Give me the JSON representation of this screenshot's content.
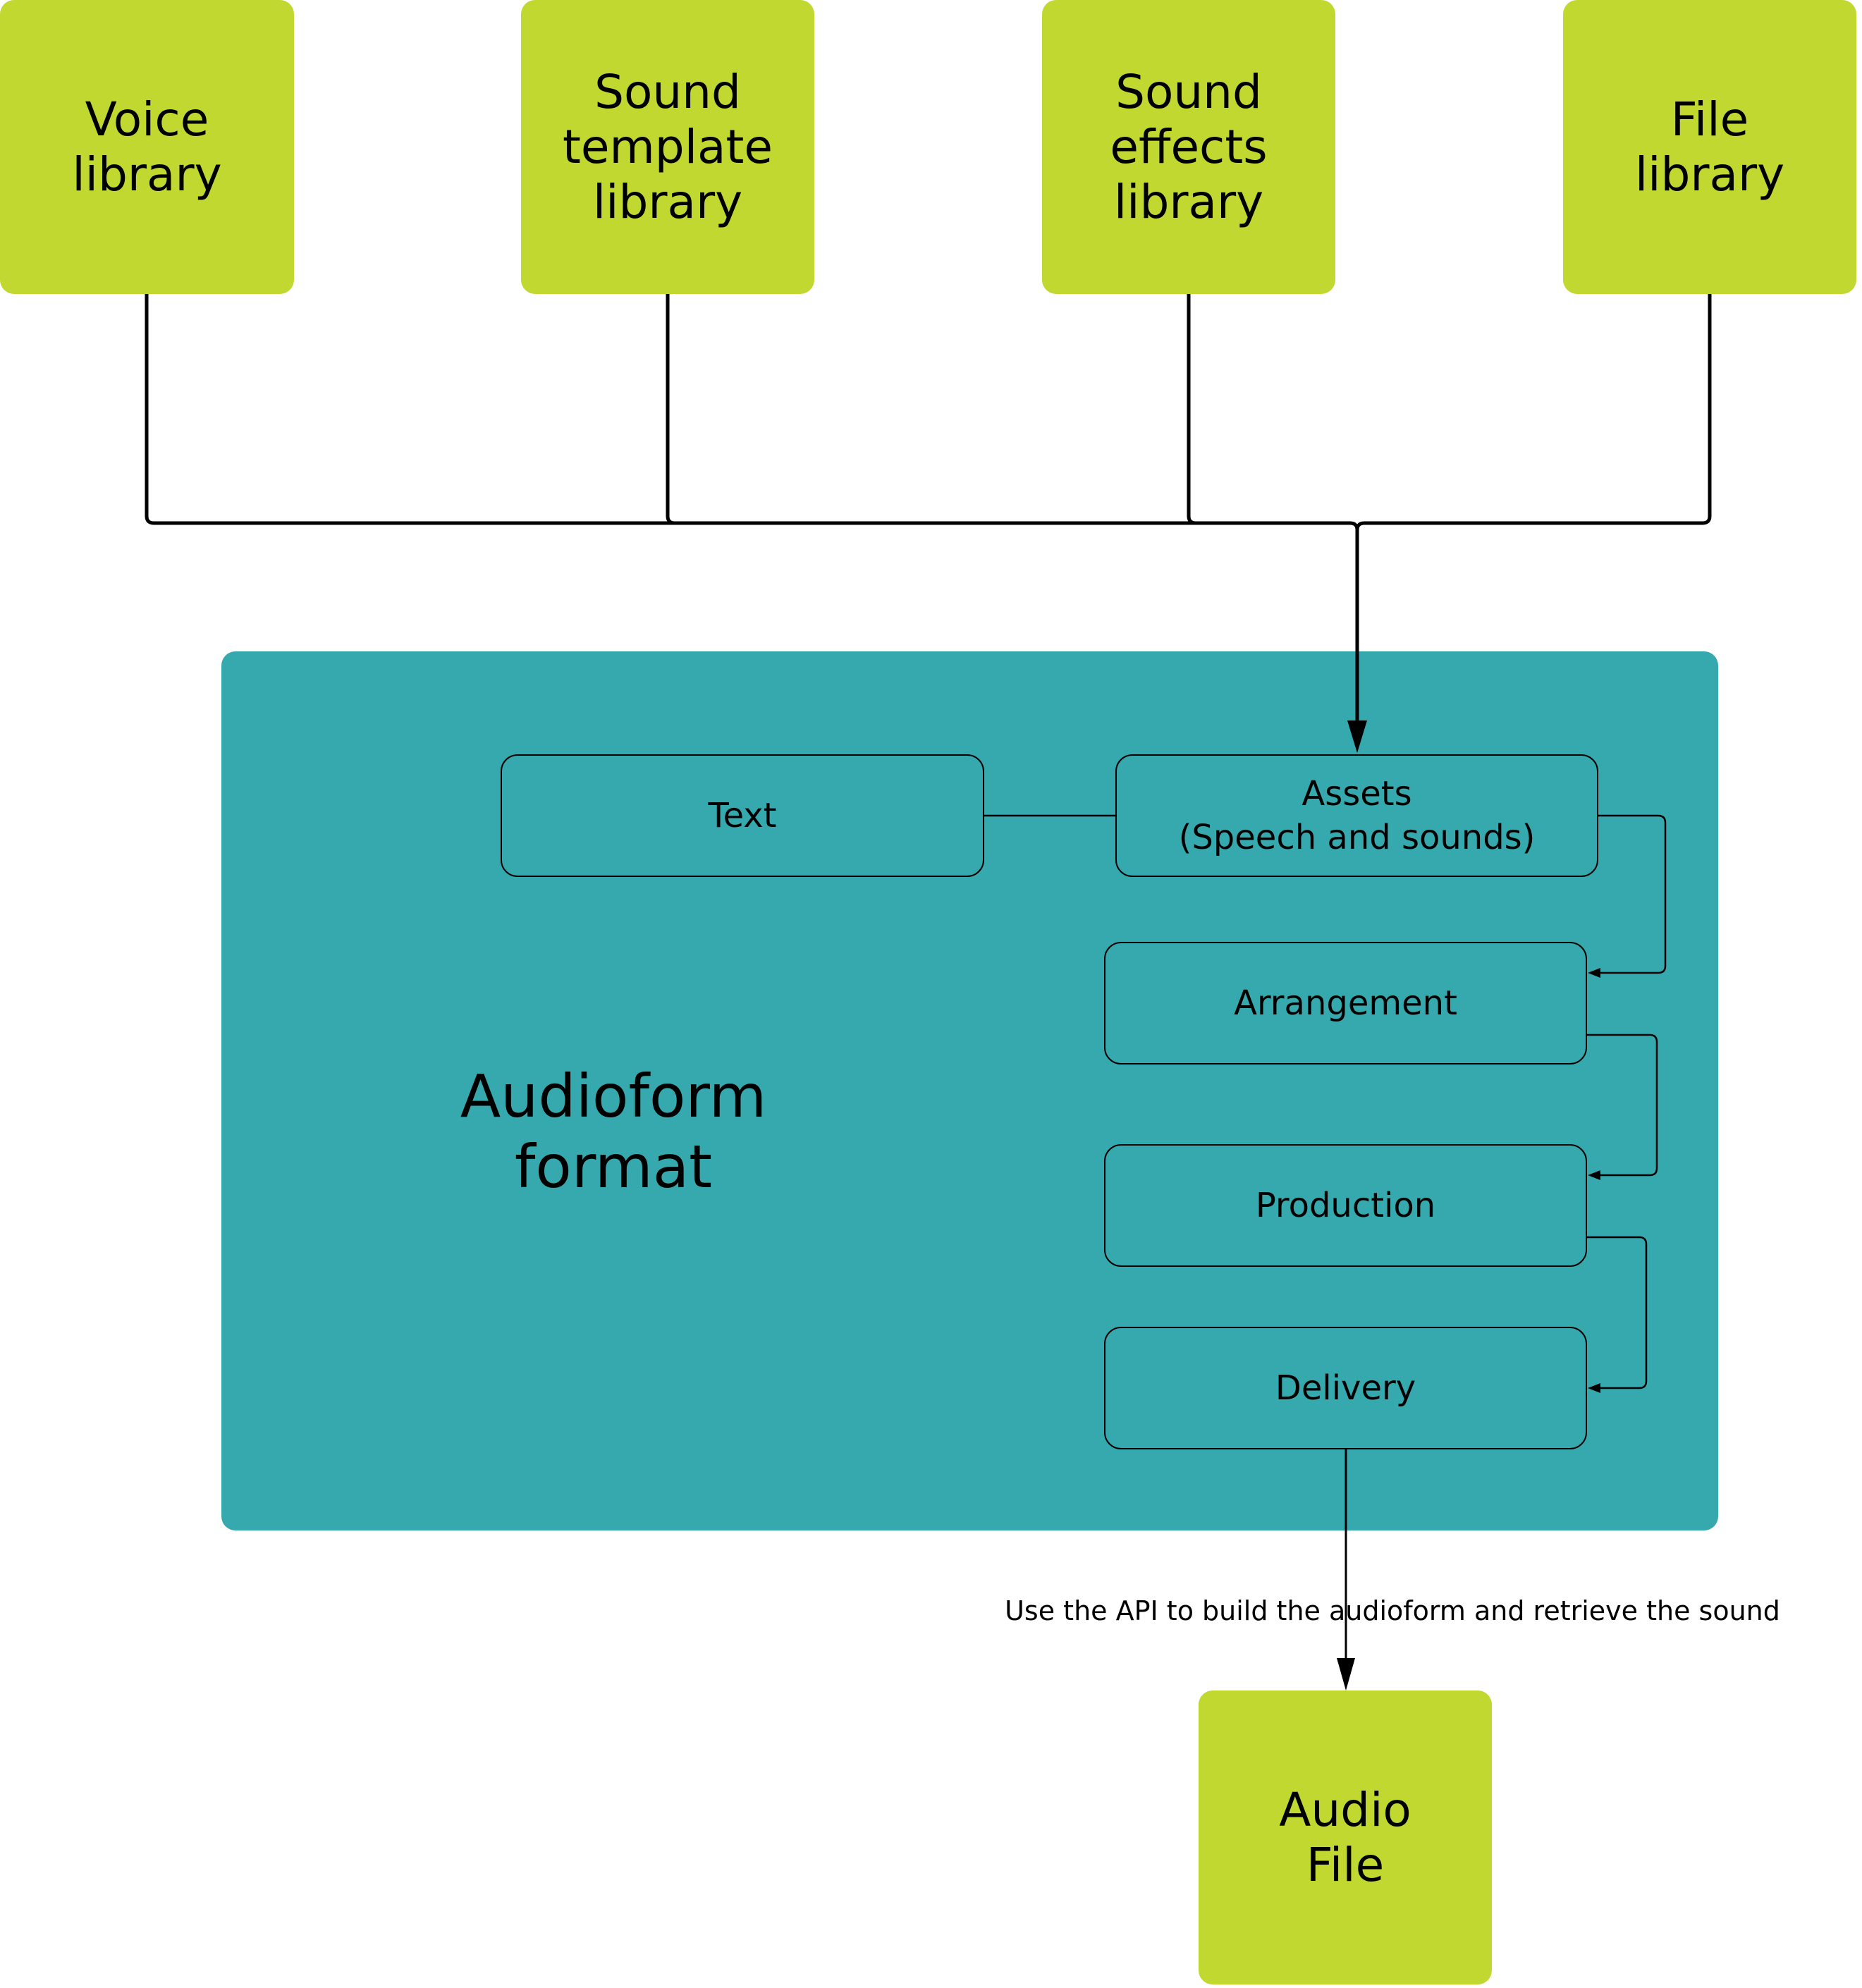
{
  "sources": [
    {
      "label": "Voice\nlibrary"
    },
    {
      "label": "Sound\ntemplate\nlibrary"
    },
    {
      "label": "Sound\neffects\nlibrary"
    },
    {
      "label": "File\nlibrary"
    }
  ],
  "panel": {
    "title": "Audioform\nformat",
    "steps": {
      "text": "Text",
      "assets": "Assets\n(Speech and sounds)",
      "arrangement": "Arrangement",
      "production": "Production",
      "delivery": "Delivery"
    }
  },
  "caption": "Use the API to build the audioform and retrieve the sound",
  "output": {
    "label": "Audio\nFile"
  },
  "colors": {
    "source_fill": "#c0d830",
    "panel_fill": "#36a9af",
    "line": "#000000"
  }
}
